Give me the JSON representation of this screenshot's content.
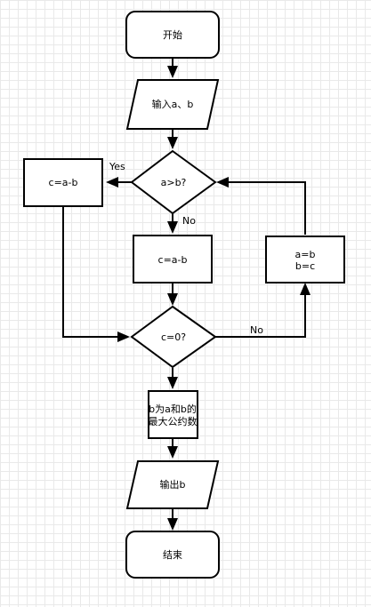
{
  "nodes": {
    "start": "开始",
    "input": "输入a、b",
    "cond_ab": "a>b?",
    "left_assign": "c=a-b",
    "mid_assign": "c=a-b",
    "cond_c0": "c=0?",
    "swap_line1": "a=b",
    "swap_line2": "b=c",
    "result_line1": "b为a和b的",
    "result_line2": "最大公约数",
    "output": "输出b",
    "end": "结束"
  },
  "edges": {
    "yes_label": "Yes",
    "no_label_1": "No",
    "no_label_2": "No"
  }
}
